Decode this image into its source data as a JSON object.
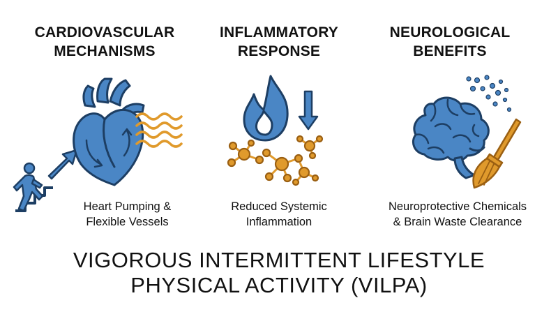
{
  "columns": [
    {
      "title_line1": "CARDIOVASCULAR",
      "title_line2": "MECHANISMS",
      "caption_line1": "Heart Pumping &",
      "caption_line2": "Flexible Vessels",
      "icons": [
        "stair-climber-icon",
        "arrow-up-right-icon",
        "heart-icon",
        "wavy-lines-icon"
      ]
    },
    {
      "title_line1": "INFLAMMATORY",
      "title_line2": "RESPONSE",
      "caption_line1": "Reduced Systemic",
      "caption_line2": "Inflammation",
      "icons": [
        "flame-icon",
        "arrow-down-icon",
        "molecule-cluster-icon"
      ]
    },
    {
      "title_line1": "NEUROLOGICAL",
      "title_line2": "BENEFITS",
      "caption_line1": "Neuroprotective Chemicals",
      "caption_line2": "& Brain Waste Clearance",
      "icons": [
        "brain-icon",
        "broom-icon",
        "dust-particles-icon"
      ]
    }
  ],
  "main_title_line1": "VIGOROUS INTERMITTENT LIFESTYLE",
  "main_title_line2": "PHYSICAL ACTIVITY (VILPA)",
  "colors": {
    "blue": "#4a86c5",
    "blue_dark": "#1d3e63",
    "orange": "#e09a2c",
    "orange_dark": "#9a5f12",
    "text": "#111111"
  }
}
